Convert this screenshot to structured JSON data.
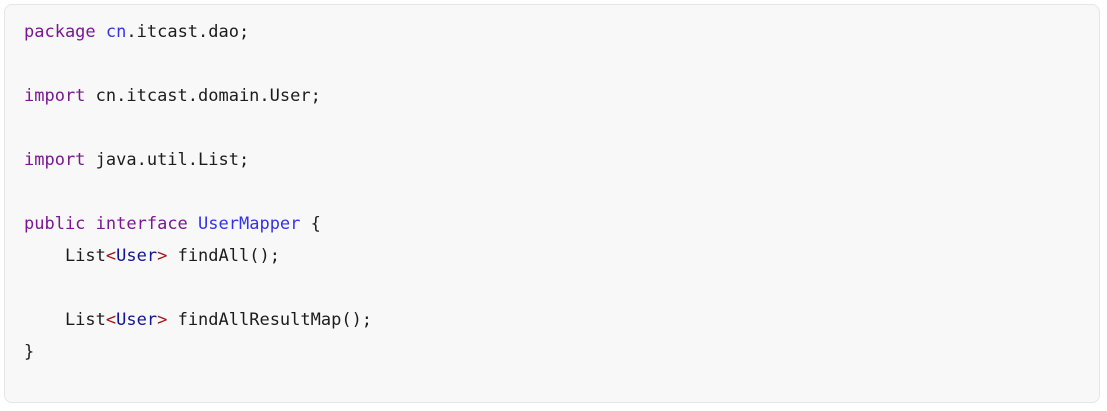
{
  "code_block": {
    "language": "java",
    "background": "#f8f8f8",
    "border_color": "#e6e6e6",
    "token_colors": {
      "keyword": "#7c1596",
      "classname": "#3333e6",
      "typeparam": "#14148c",
      "bracket": "#a31515",
      "plain": "#1c1c1c"
    },
    "lines": [
      [
        {
          "t": "keyword",
          "s": "package"
        },
        {
          "t": "plain",
          "s": " "
        },
        {
          "t": "classname",
          "s": "cn"
        },
        {
          "t": "plain",
          "s": ".itcast.dao;"
        }
      ],
      [],
      [
        {
          "t": "keyword",
          "s": "import"
        },
        {
          "t": "plain",
          "s": " cn.itcast.domain.User;"
        }
      ],
      [],
      [
        {
          "t": "keyword",
          "s": "import"
        },
        {
          "t": "plain",
          "s": " java.util.List;"
        }
      ],
      [],
      [
        {
          "t": "keyword",
          "s": "public"
        },
        {
          "t": "plain",
          "s": " "
        },
        {
          "t": "keyword",
          "s": "interface"
        },
        {
          "t": "plain",
          "s": " "
        },
        {
          "t": "classname",
          "s": "UserMapper"
        },
        {
          "t": "plain",
          "s": " {"
        }
      ],
      [
        {
          "t": "plain",
          "s": "    List"
        },
        {
          "t": "bracket",
          "s": "<"
        },
        {
          "t": "typeparam",
          "s": "User"
        },
        {
          "t": "bracket",
          "s": ">"
        },
        {
          "t": "plain",
          "s": " findAll();"
        }
      ],
      [],
      [
        {
          "t": "plain",
          "s": "    List"
        },
        {
          "t": "bracket",
          "s": "<"
        },
        {
          "t": "typeparam",
          "s": "User"
        },
        {
          "t": "bracket",
          "s": ">"
        },
        {
          "t": "plain",
          "s": " findAllResultMap();"
        }
      ],
      [
        {
          "t": "plain",
          "s": "}"
        }
      ]
    ]
  }
}
